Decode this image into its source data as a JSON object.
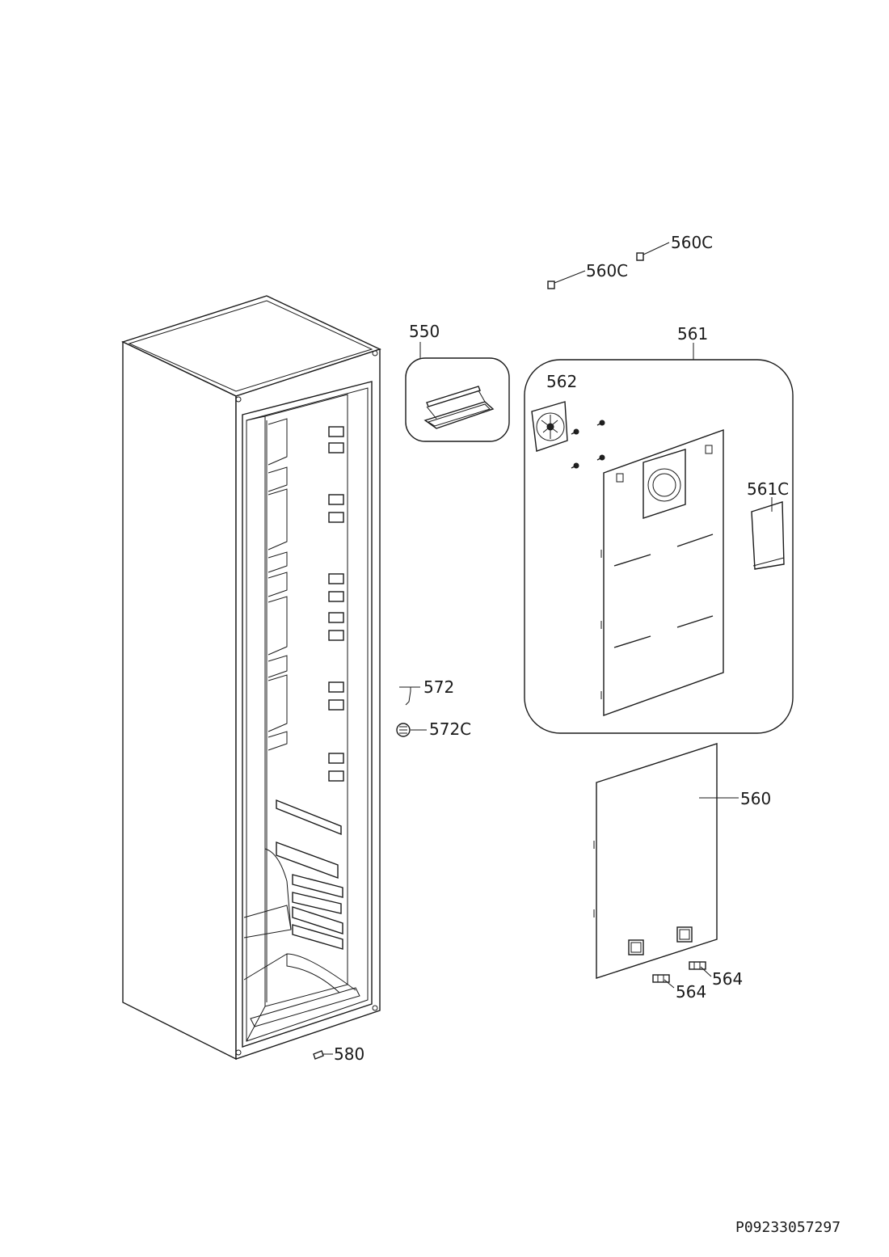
{
  "diagram": {
    "reference_code": "P09233057297",
    "callouts": {
      "c550": "550",
      "c560": "560",
      "c560c_a": "560C",
      "c560c_b": "560C",
      "c561": "561",
      "c561c": "561C",
      "c562": "562",
      "c564_a": "564",
      "c564_b": "564",
      "c572": "572",
      "c572c": "572C",
      "c580": "580"
    }
  }
}
